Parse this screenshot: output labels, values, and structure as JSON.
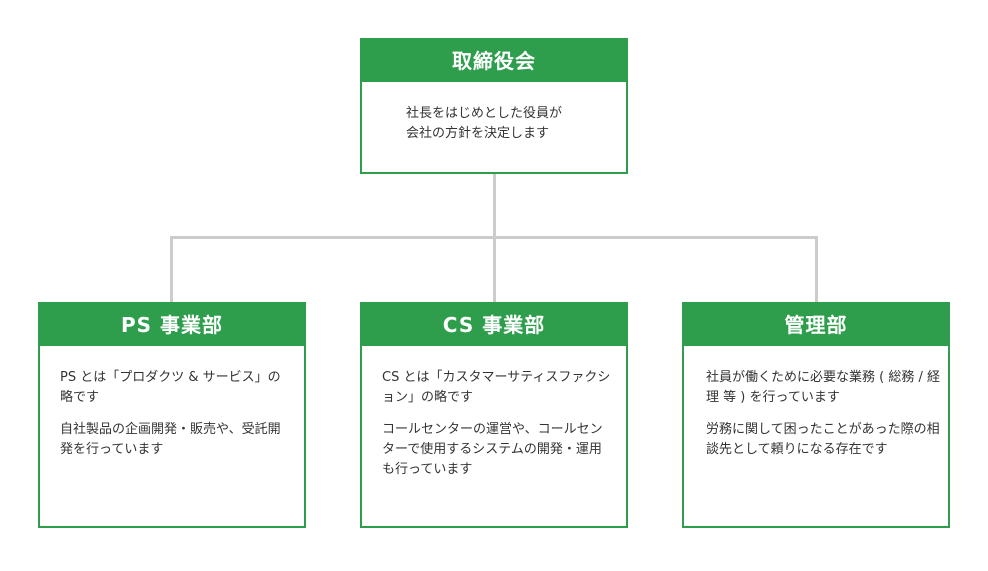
{
  "board": {
    "title": "取締役会",
    "description": [
      "社長をはじめとした役員が",
      "会社の方針を決定します"
    ]
  },
  "departments": [
    {
      "title": "PS 事業部",
      "paragraphs": [
        "PS とは「プロダクツ & サービス」の略です",
        "自社製品の企画開発・販売や、受託開発を行っています"
      ]
    },
    {
      "title": "CS 事業部",
      "paragraphs": [
        "CS とは「カスタマーサティスファクション」の略です",
        "コールセンターの運営や、コールセンターで使用するシステムの開発・運用も行っています"
      ]
    },
    {
      "title": "管理部",
      "paragraphs": [
        "社員が働くために必要な業務 ( 総務 / 経理 等 ) を行っています",
        "労務に関して困ったことがあった際の相談先として頼りになる存在です"
      ]
    }
  ],
  "colors": {
    "accent": "#2e9e4d",
    "connector": "#cccccc",
    "text": "#333333"
  }
}
